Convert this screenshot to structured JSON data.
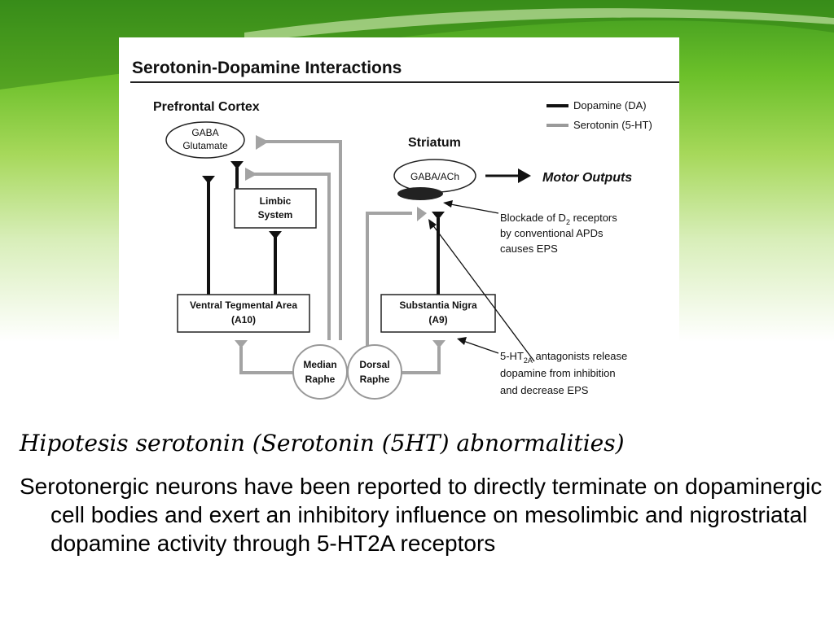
{
  "slide": {
    "colors": {
      "accent_dark": "#3f9a1e",
      "accent_light": "#a6d85a"
    }
  },
  "diagram": {
    "title": "Serotonin-Dopamine Interactions",
    "legend": {
      "dopamine": "Dopamine (DA)",
      "serotonin": "Serotonin (5-HT)"
    },
    "regions": {
      "prefrontal_cortex": "Prefrontal Cortex",
      "striatum": "Striatum"
    },
    "nodes": {
      "gaba_line1": "GABA",
      "gaba_line2": "Glutamate",
      "limbic_line1": "Limbic",
      "limbic_line2": "System",
      "gaba_ach": "GABA/ACh",
      "motor_outputs": "Motor Outputs",
      "vta_line1": "Ventral Tegmental Area",
      "vta_line2": "(A10)",
      "sn_line1": "Substantia Nigra",
      "sn_line2": "(A9)",
      "median_line1": "Median",
      "median_line2": "Raphe",
      "dorsal_line1": "Dorsal",
      "dorsal_line2": "Raphe"
    },
    "annotations": {
      "blockade_line1": "Blockade of D",
      "blockade_sub": "2",
      "blockade_line1_rest": " receptors",
      "blockade_line2": "by conventional APDs",
      "blockade_line3": "causes EPS",
      "antag_line1_pre": "5-HT",
      "antag_sub": "2A",
      "antag_line1_rest": " antagonists release",
      "antag_line2": "dopamine from inhibition",
      "antag_line3": "and decrease EPS"
    }
  },
  "heading": "Hipotesis serotonin (Serotonin (5HT) abnormalities)",
  "body": "Serotonergic neurons have been reported to directly terminate on dopaminergic cell bodies and exert an inhibitory influence on mesolimbic and nigrostriatal dopamine activity through 5-HT2A receptors"
}
